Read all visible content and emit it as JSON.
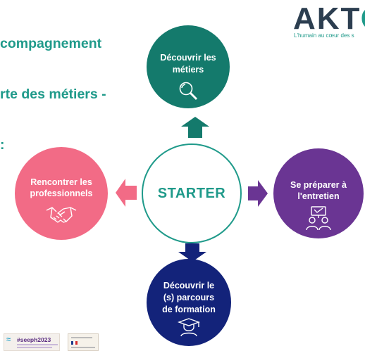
{
  "header": {
    "title_lines": [
      "compagnement",
      "rte des métiers -",
      ":"
    ]
  },
  "logo": {
    "word_main": "AKT",
    "word_accent": "O",
    "tagline": "L'humain au cœur des s"
  },
  "diagram": {
    "center": "STARTER",
    "top": {
      "lines": [
        "Découvrir les",
        "métiers"
      ],
      "icon": "magnifier-icon",
      "color": "#147a6c"
    },
    "left": {
      "lines": [
        "Rencontrer les",
        "professionnels"
      ],
      "icon": "handshake-icon",
      "color": "#f26b86"
    },
    "right": {
      "lines": [
        "Se préparer à",
        "l'entretien"
      ],
      "icon": "interview-icon",
      "color": "#6a3593"
    },
    "bottom": {
      "lines": [
        "Découvrir le",
        "(s) parcours",
        "de formation"
      ],
      "icon": "graduate-icon",
      "color": "#13237a"
    }
  },
  "footer": {
    "badge_seeph": "#seeph2023"
  }
}
